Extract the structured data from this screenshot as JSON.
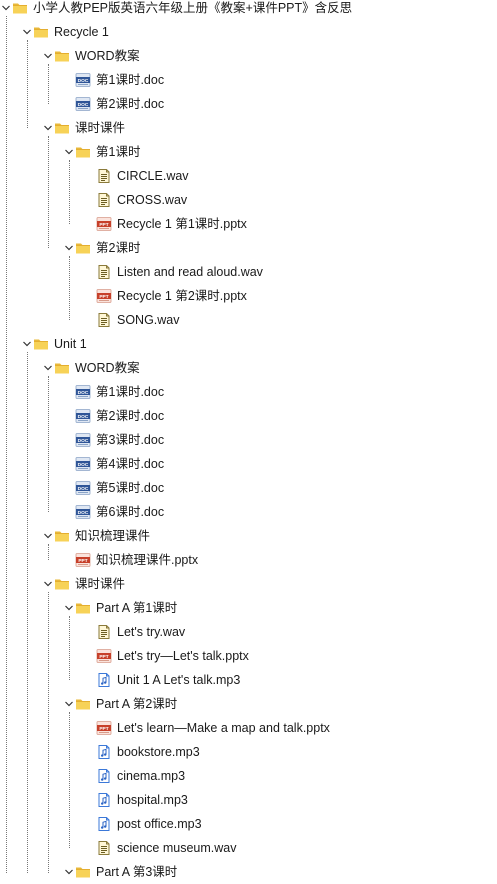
{
  "tree": {
    "root": {
      "label": "小学人教PEP版英语六年级上册《教案+课件PPT》含反思",
      "icon": "folder-icon",
      "children": [
        {
          "label": "Recycle 1",
          "icon": "folder-icon",
          "children": [
            {
              "label": "WORD教案",
              "icon": "folder-icon",
              "children": [
                {
                  "label": "第1课时.doc",
                  "icon": "doc-icon"
                },
                {
                  "label": "第2课时.doc",
                  "icon": "doc-icon"
                }
              ]
            },
            {
              "label": "课时课件",
              "icon": "folder-icon",
              "children": [
                {
                  "label": "第1课时",
                  "icon": "folder-icon",
                  "children": [
                    {
                      "label": "CIRCLE.wav",
                      "icon": "wav-icon"
                    },
                    {
                      "label": "CROSS.wav",
                      "icon": "wav-icon"
                    },
                    {
                      "label": "Recycle 1 第1课时.pptx",
                      "icon": "ppt-icon"
                    }
                  ]
                },
                {
                  "label": "第2课时",
                  "icon": "folder-icon",
                  "children": [
                    {
                      "label": "Listen and read aloud.wav",
                      "icon": "wav-icon"
                    },
                    {
                      "label": "Recycle 1 第2课时.pptx",
                      "icon": "ppt-icon"
                    },
                    {
                      "label": "SONG.wav",
                      "icon": "wav-icon"
                    }
                  ]
                }
              ]
            }
          ]
        },
        {
          "label": "Unit 1",
          "icon": "folder-icon",
          "children": [
            {
              "label": "WORD教案",
              "icon": "folder-icon",
              "children": [
                {
                  "label": "第1课时.doc",
                  "icon": "doc-icon"
                },
                {
                  "label": "第2课时.doc",
                  "icon": "doc-icon"
                },
                {
                  "label": "第3课时.doc",
                  "icon": "doc-icon"
                },
                {
                  "label": "第4课时.doc",
                  "icon": "doc-icon"
                },
                {
                  "label": "第5课时.doc",
                  "icon": "doc-icon"
                },
                {
                  "label": "第6课时.doc",
                  "icon": "doc-icon"
                }
              ]
            },
            {
              "label": "知识梳理课件",
              "icon": "folder-icon",
              "children": [
                {
                  "label": "知识梳理课件.pptx",
                  "icon": "ppt-icon"
                }
              ]
            },
            {
              "label": "课时课件",
              "icon": "folder-icon",
              "children": [
                {
                  "label": "Part A 第1课时",
                  "icon": "folder-icon",
                  "children": [
                    {
                      "label": "Let's try.wav",
                      "icon": "wav-icon"
                    },
                    {
                      "label": "Let's try—Let's talk.pptx",
                      "icon": "ppt-icon"
                    },
                    {
                      "label": "Unit 1 A Let's talk.mp3",
                      "icon": "mp3-icon"
                    }
                  ]
                },
                {
                  "label": "Part A 第2课时",
                  "icon": "folder-icon",
                  "children": [
                    {
                      "label": "Let's learn—Make a map and talk.pptx",
                      "icon": "ppt-icon"
                    },
                    {
                      "label": "bookstore.mp3",
                      "icon": "mp3-icon"
                    },
                    {
                      "label": "cinema.mp3",
                      "icon": "mp3-icon"
                    },
                    {
                      "label": "hospital.mp3",
                      "icon": "mp3-icon"
                    },
                    {
                      "label": "post office.mp3",
                      "icon": "mp3-icon"
                    },
                    {
                      "label": "science museum.wav",
                      "icon": "wav-icon"
                    }
                  ]
                },
                {
                  "label": "Part A 第3课时",
                  "icon": "folder-icon",
                  "children": []
                }
              ]
            }
          ]
        }
      ]
    }
  }
}
